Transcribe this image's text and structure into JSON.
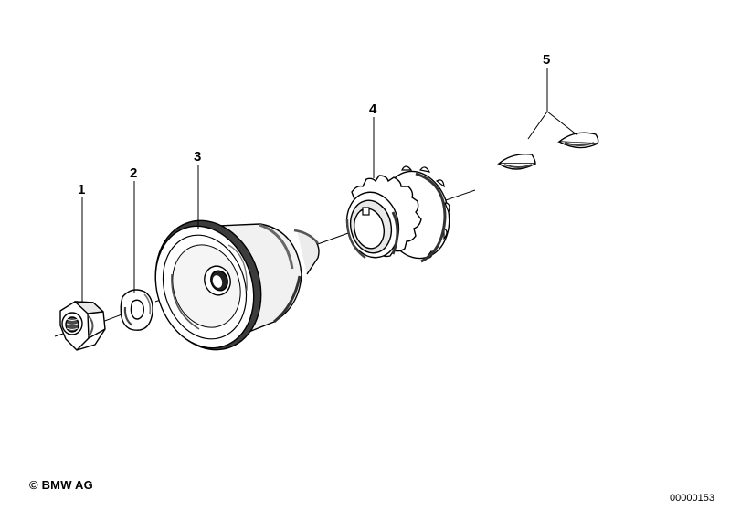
{
  "parts": [
    {
      "number": "1",
      "icon": "hex-nut-icon"
    },
    {
      "number": "2",
      "icon": "lock-washer-icon"
    },
    {
      "number": "3",
      "icon": "vibration-damper-icon"
    },
    {
      "number": "4",
      "icon": "chain-sprocket-icon"
    },
    {
      "number": "5",
      "icon": "woodruff-key-icon"
    }
  ],
  "footer": {
    "copyright": "© BMW AG",
    "diagram_id": "00000153"
  }
}
